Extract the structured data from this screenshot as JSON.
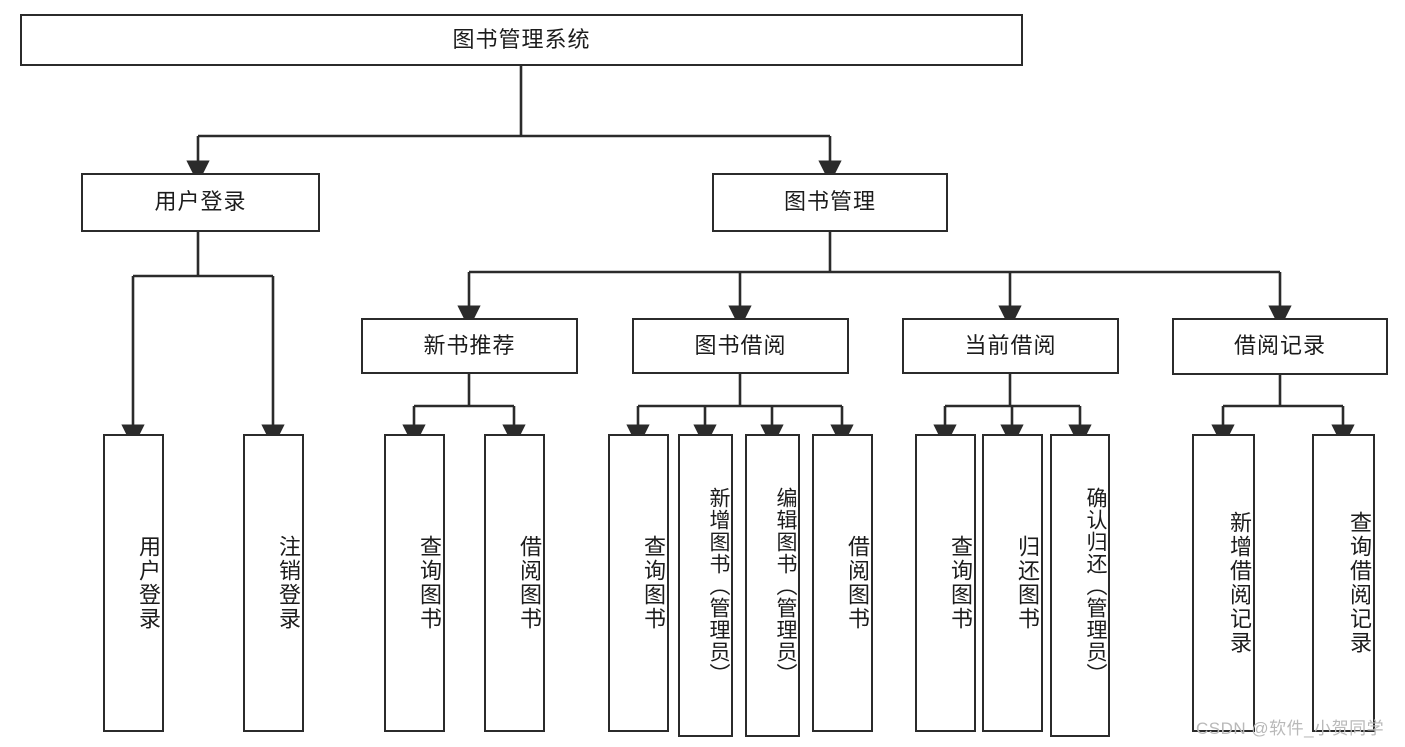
{
  "diagram": {
    "title": "图书管理系统",
    "root": {
      "label": "图书管理系统"
    },
    "level1": [
      {
        "label": "用户登录"
      },
      {
        "label": "图书管理"
      }
    ],
    "level2": [
      {
        "label": "新书推荐"
      },
      {
        "label": "图书借阅"
      },
      {
        "label": "当前借阅"
      },
      {
        "label": "借阅记录"
      }
    ],
    "leaves": {
      "user_login": [
        {
          "label": "用户登录"
        },
        {
          "label": "注销登录"
        }
      ],
      "new_book": [
        {
          "label": "查询图书"
        },
        {
          "label": "借阅图书"
        }
      ],
      "book_borrow": [
        {
          "label": "查询图书"
        },
        {
          "label": "新增图书（管理员）"
        },
        {
          "label": "编辑图书（管理员）"
        },
        {
          "label": "借阅图书"
        }
      ],
      "current_borrow": [
        {
          "label": "查询图书"
        },
        {
          "label": "归还图书"
        },
        {
          "label": "确认归还（管理员）"
        }
      ],
      "borrow_record": [
        {
          "label": "新增借阅记录"
        },
        {
          "label": "查询借阅记录"
        }
      ]
    },
    "watermark": "CSDN @软件_小贺同学",
    "colors": {
      "stroke": "#2b2b2b",
      "background": "#ffffff",
      "text": "#1c1c1c",
      "watermark": "#b9b9b9"
    }
  }
}
